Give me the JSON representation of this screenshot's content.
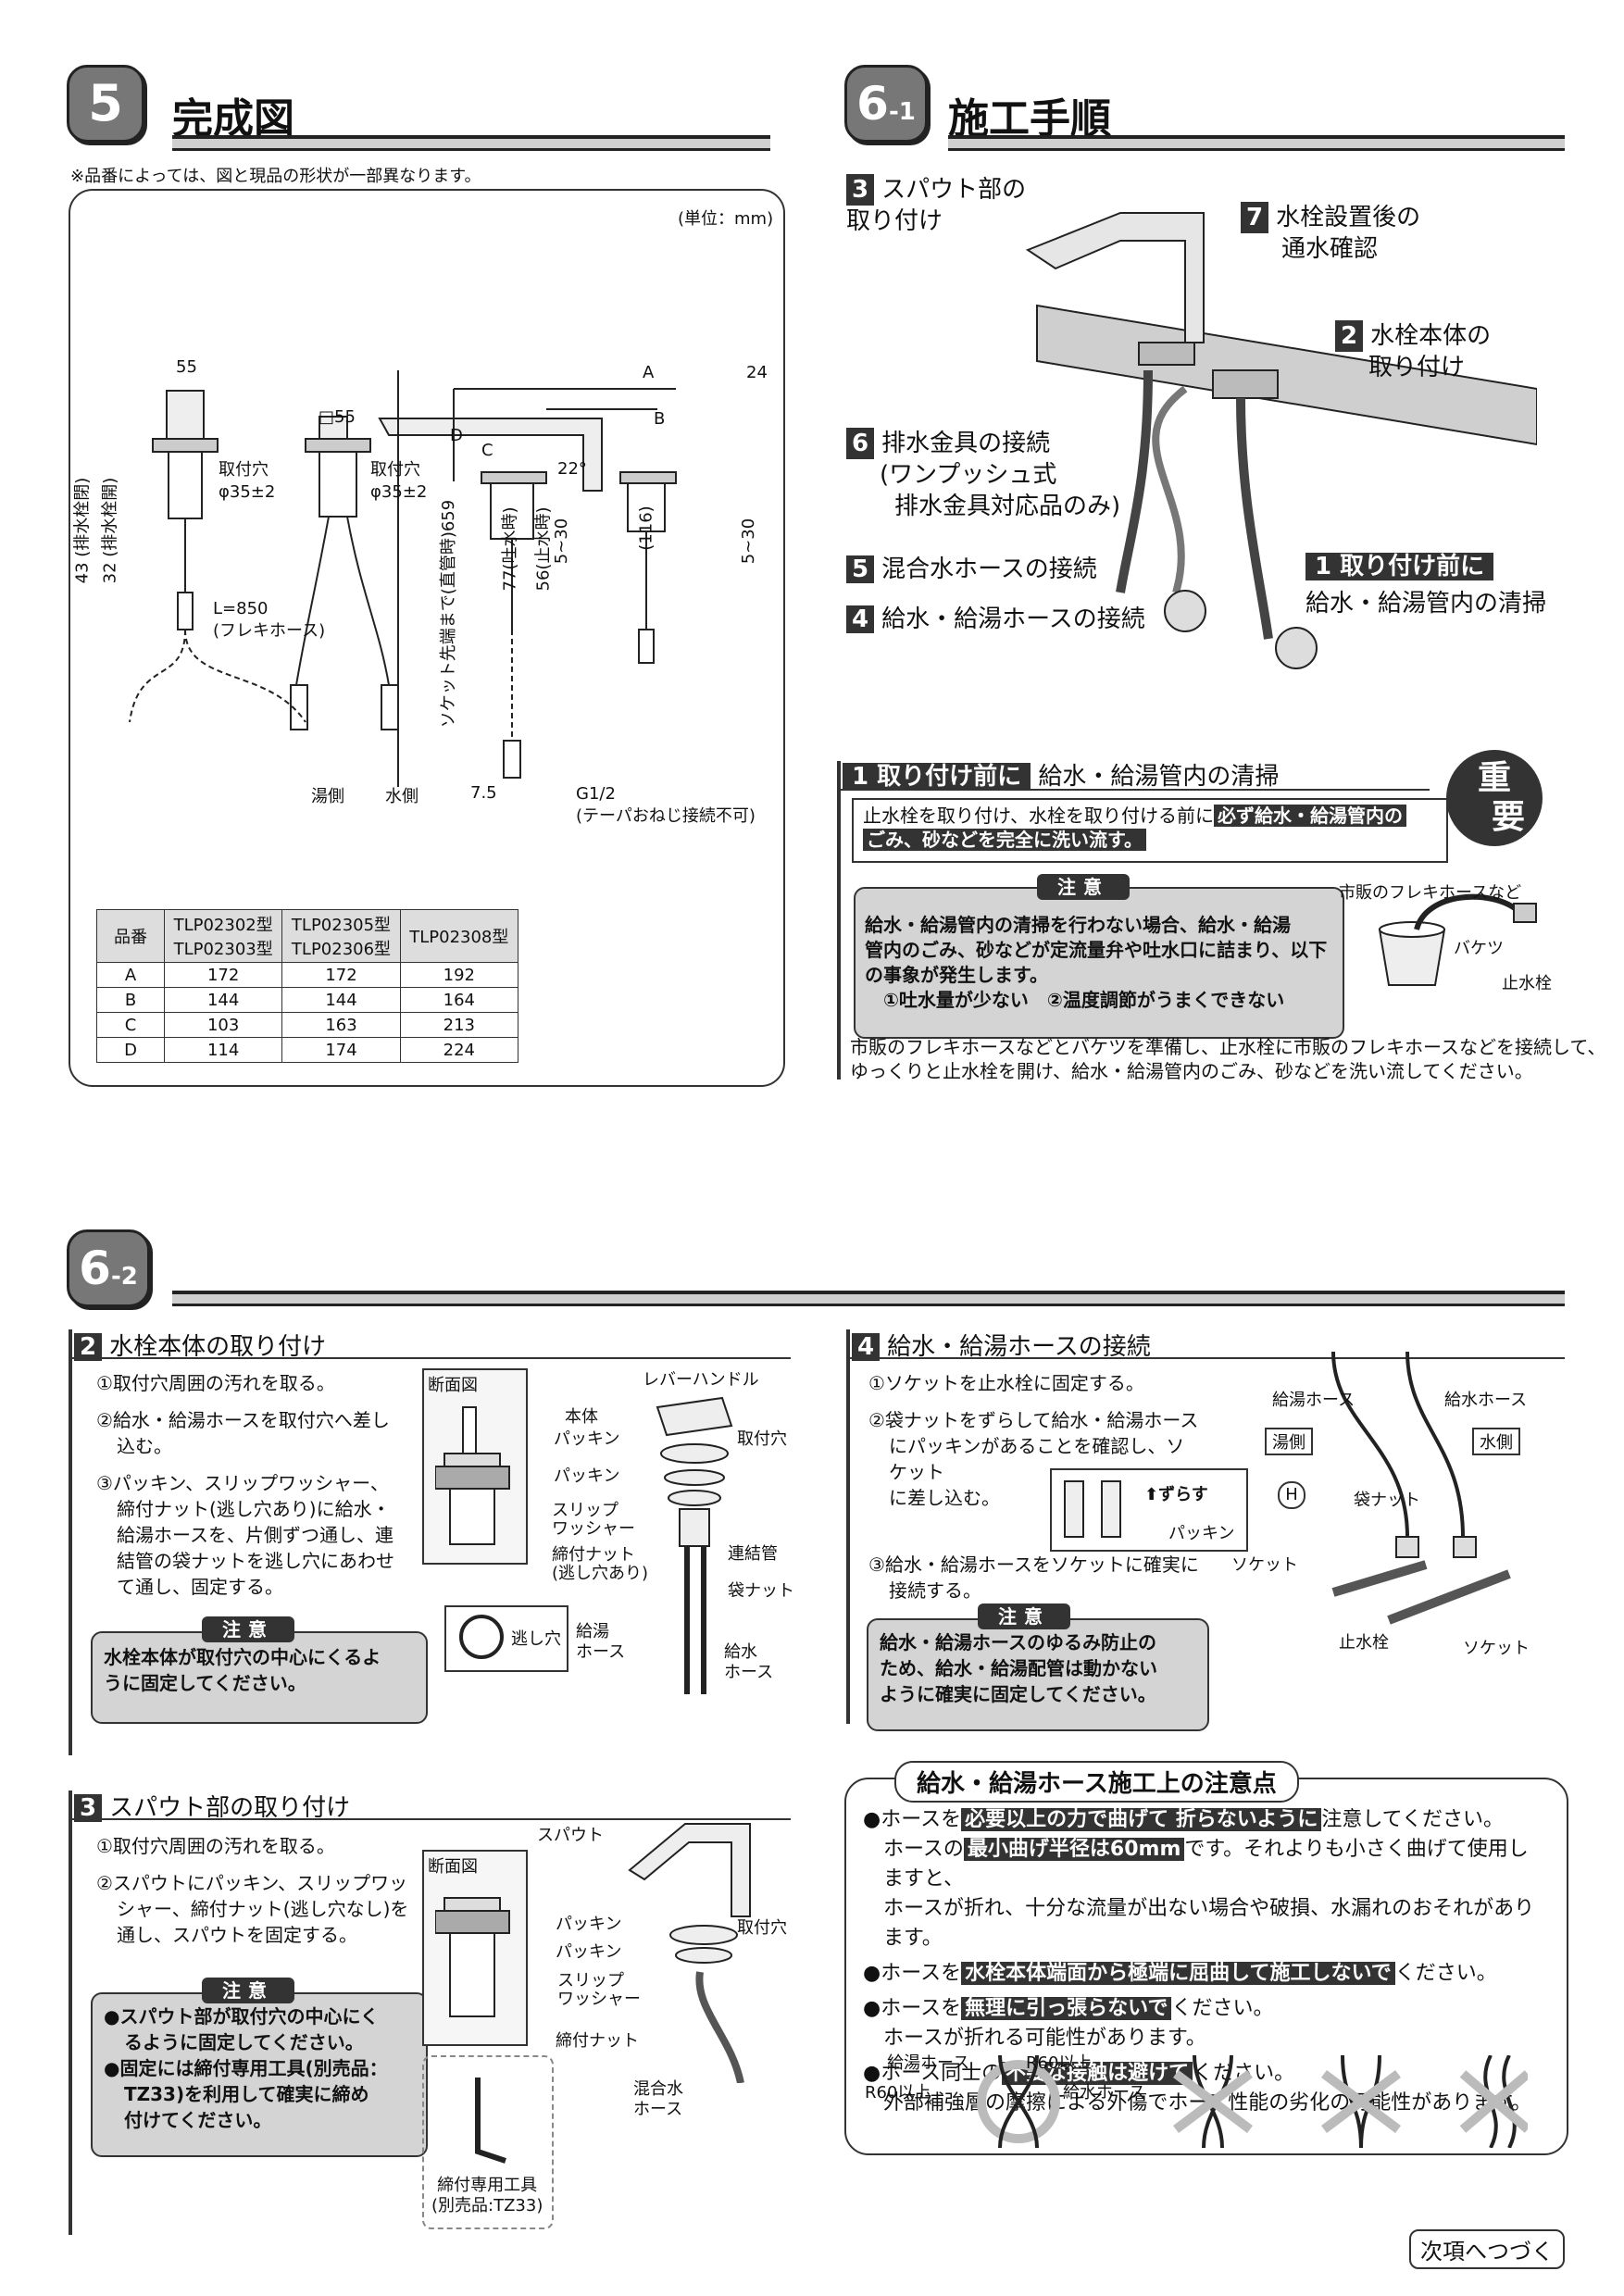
{
  "sec5": {
    "num": "5",
    "title": "完成図",
    "note": "※品番によっては、図と現品の形状が一部異なります。",
    "unit": "(単位：mm)"
  },
  "drawing5": {
    "d55a": "55",
    "d55b": "□55",
    "hole1": "取付穴",
    "hole1b": "φ35±2",
    "hole2": "取付穴",
    "hole2b": "φ35±2",
    "dim43": "43 (排水栓閉)",
    "dim32": "32 (排水栓開)",
    "hose": "L=850",
    "hoseb": "(フレキホース)",
    "hot": "湯側",
    "cold": "水側",
    "A": "A",
    "B": "B",
    "C": "C",
    "D": "D",
    "d24": "24",
    "angle": "22°",
    "socket": "ソケット先端まで(直管時)659",
    "dim77": "77(吐水時)",
    "dim56": "56(止水時)",
    "dim530a": "5~30",
    "dim116": "(116)",
    "dim530b": "5~30",
    "dim75": "7.5",
    "g12": "G1/2",
    "g12b": "(テーパおねじ接続不可)"
  },
  "table": {
    "header": [
      "品番",
      "TLP02302型\nTLP02303型",
      "TLP02305型\nTLP02306型",
      "TLP02308型"
    ],
    "rows": [
      [
        "A",
        "172",
        "172",
        "192"
      ],
      [
        "B",
        "144",
        "144",
        "164"
      ],
      [
        "C",
        "103",
        "163",
        "213"
      ],
      [
        "D",
        "114",
        "174",
        "224"
      ]
    ]
  },
  "sec61": {
    "num": "6",
    "sub": "-1",
    "title": "施工手順"
  },
  "steps": {
    "s3n": "3",
    "s3": "スパウト部の",
    "s3b": "取り付け",
    "s7n": "7",
    "s7": "水栓設置後の",
    "s7b": "通水確認",
    "s2n": "2",
    "s2": "水栓本体の",
    "s2b": "取り付け",
    "s6n": "6",
    "s6": "排水金具の接続",
    "s6b": "(ワンプッシュ式",
    "s6c": "排水金具対応品のみ)",
    "s5n": "5",
    "s5": "混合水ホースの接続",
    "s4n": "4",
    "s4": "給水・給湯ホースの接続",
    "s1": "1 取り付け前に",
    "s1b": "給水・給湯管内の清掃"
  },
  "clean": {
    "headnum": "1 取り付け前に",
    "head": "給水・給湯管内の清掃",
    "important1": "重",
    "important2": "要",
    "lead": "止水栓を取り付け、水栓を取り付ける前に",
    "lead_hl1": "必ず給水・給湯管内の",
    "lead_hl2": "ごみ、砂などを完全に洗い流す。",
    "caution": "注意",
    "c1": "給水・給湯管内の清掃を行わない場合、給水・給湯",
    "c2": "管内のごみ、砂などが定流量弁や吐水口に詰まり、以下",
    "c3": "の事象が発生します。",
    "c4": "①吐水量が少ない　②温度調節がうまくできない",
    "fig1": "市販のフレキホースなど",
    "fig2": "バケツ",
    "fig3": "止水栓",
    "f1": "市販のフレキホースなどとバケツを準備し、止水栓に市販のフレキホースなどを接続して、",
    "f2": "ゆっくりと止水栓を開け、給水・給湯管内のごみ、砂などを洗い流してください。"
  },
  "sec62": {
    "num": "6",
    "sub": "-2"
  },
  "body2": {
    "num": "2",
    "title": "水栓本体の取り付け",
    "i1": "①取付穴周囲の汚れを取る。",
    "i2a": "②給水・給湯ホースを取付穴へ差し",
    "i2b": "込む。",
    "i3a": "③パッキン、スリップワッシャー、",
    "i3b": "締付ナット(逃し穴あり)に給水・",
    "i3c": "給湯ホースを、片側ずつ通し、連",
    "i3d": "結管の袋ナットを逃し穴にあわせ",
    "i3e": "て通し、固定する。",
    "caution": "注意",
    "c1": "水栓本体が取付穴の中心にくるよ",
    "c2": "うに固定してください。",
    "l_section": "断面図",
    "l_lever": "レバーハンドル",
    "l_body": "本体",
    "l_pk1": "パッキン",
    "l_hole": "取付穴",
    "l_pk2": "パッキン",
    "l_slip": "スリップ",
    "l_slip2": "ワッシャー",
    "l_nut": "締付ナット",
    "l_nut2": "(逃し穴あり)",
    "l_conn": "連結管",
    "l_bag": "袋ナット",
    "l_escape": "逃し穴",
    "l_hot": "給湯",
    "l_hot2": "ホース",
    "l_cold": "給水",
    "l_cold2": "ホース"
  },
  "body4": {
    "num": "4",
    "title": "給水・給湯ホースの接続",
    "i1": "①ソケットを止水栓に固定する。",
    "i2a": "②袋ナットをずらして給水・給湯ホース",
    "i2b": "にパッキンがあることを確認し、ソケット",
    "i2c": "に差し込む。",
    "i3a": "③給水・給湯ホースをソケットに確実に",
    "i3b": "接続する。",
    "caution": "注意",
    "c1": "給水・給湯ホースのゆるみ防止の",
    "c2": "ため、給水・給湯配管は動かない",
    "c3": "ように確実に固定してください。",
    "l_hhose": "給湯ホース",
    "l_chose": "給水ホース",
    "l_hot": "湯側",
    "l_cold": "水側",
    "l_h": "H",
    "l_bag": "袋ナット",
    "l_slide": "ずらす",
    "l_pk": "パッキン",
    "l_sock": "ソケット",
    "l_stop": "止水栓",
    "l_sock2": "ソケット"
  },
  "body3": {
    "num": "3",
    "title": "スパウト部の取り付け",
    "i1": "①取付穴周囲の汚れを取る。",
    "i2a": "②スパウトにパッキン、スリップワッ",
    "i2b": "シャー、締付ナット(逃し穴なし)を",
    "i2c": "通し、スパウトを固定する。",
    "caution": "注意",
    "c1": "●スパウト部が取付穴の中心にく",
    "c2": "るように固定してください。",
    "c3": "●固定には締付専用工具(別売品：",
    "c4": "TZ33)を利用して確実に締め",
    "c5": "付けてください。",
    "l_spout": "スパウト",
    "l_section": "断面図",
    "l_pk1": "パッキン",
    "l_hole": "取付穴",
    "l_pk2": "パッキン",
    "l_slip": "スリップ",
    "l_slip2": "ワッシャー",
    "l_nut": "締付ナット",
    "l_mix": "混合水",
    "l_mix2": "ホース",
    "l_tool": "締付専用工具",
    "l_tool2": "(別売品:TZ33)"
  },
  "notes": {
    "title": "給水・給湯ホース施工上の注意点",
    "n1a": "●ホースを",
    "n1hl": "必要以上の力で曲げて 折らないように",
    "n1b": "注意してください。",
    "n1c": "ホースの",
    "n1hl2": "最小曲げ半径は60mm",
    "n1d": "です。それよりも小さく曲げて使用しますと、",
    "n1e": "ホースが折れ、十分な流量が出ない場合や破損、水漏れのおそれがあります。",
    "n2a": "●ホースを",
    "n2hl": "水栓本体端面から極端に屈曲して施工しないで",
    "n2b": "ください。",
    "n3a": "●ホースを",
    "n3hl": "無理に引っ張らないで",
    "n3b": "ください。",
    "n3c": "ホースが折れる可能性があります。",
    "n4a": "●ホース同士の",
    "n4hl": "不要な接触は避けて",
    "n4b": "ください。",
    "n4c": "外部補強層の摩擦による外傷でホース性能の劣化の可能性があります。",
    "f_hhose": "給湯ホース",
    "f_r60a": "R60以上",
    "f_r60b": "R60以上",
    "f_chose": "給水ホース"
  },
  "next": "次項へつづく"
}
